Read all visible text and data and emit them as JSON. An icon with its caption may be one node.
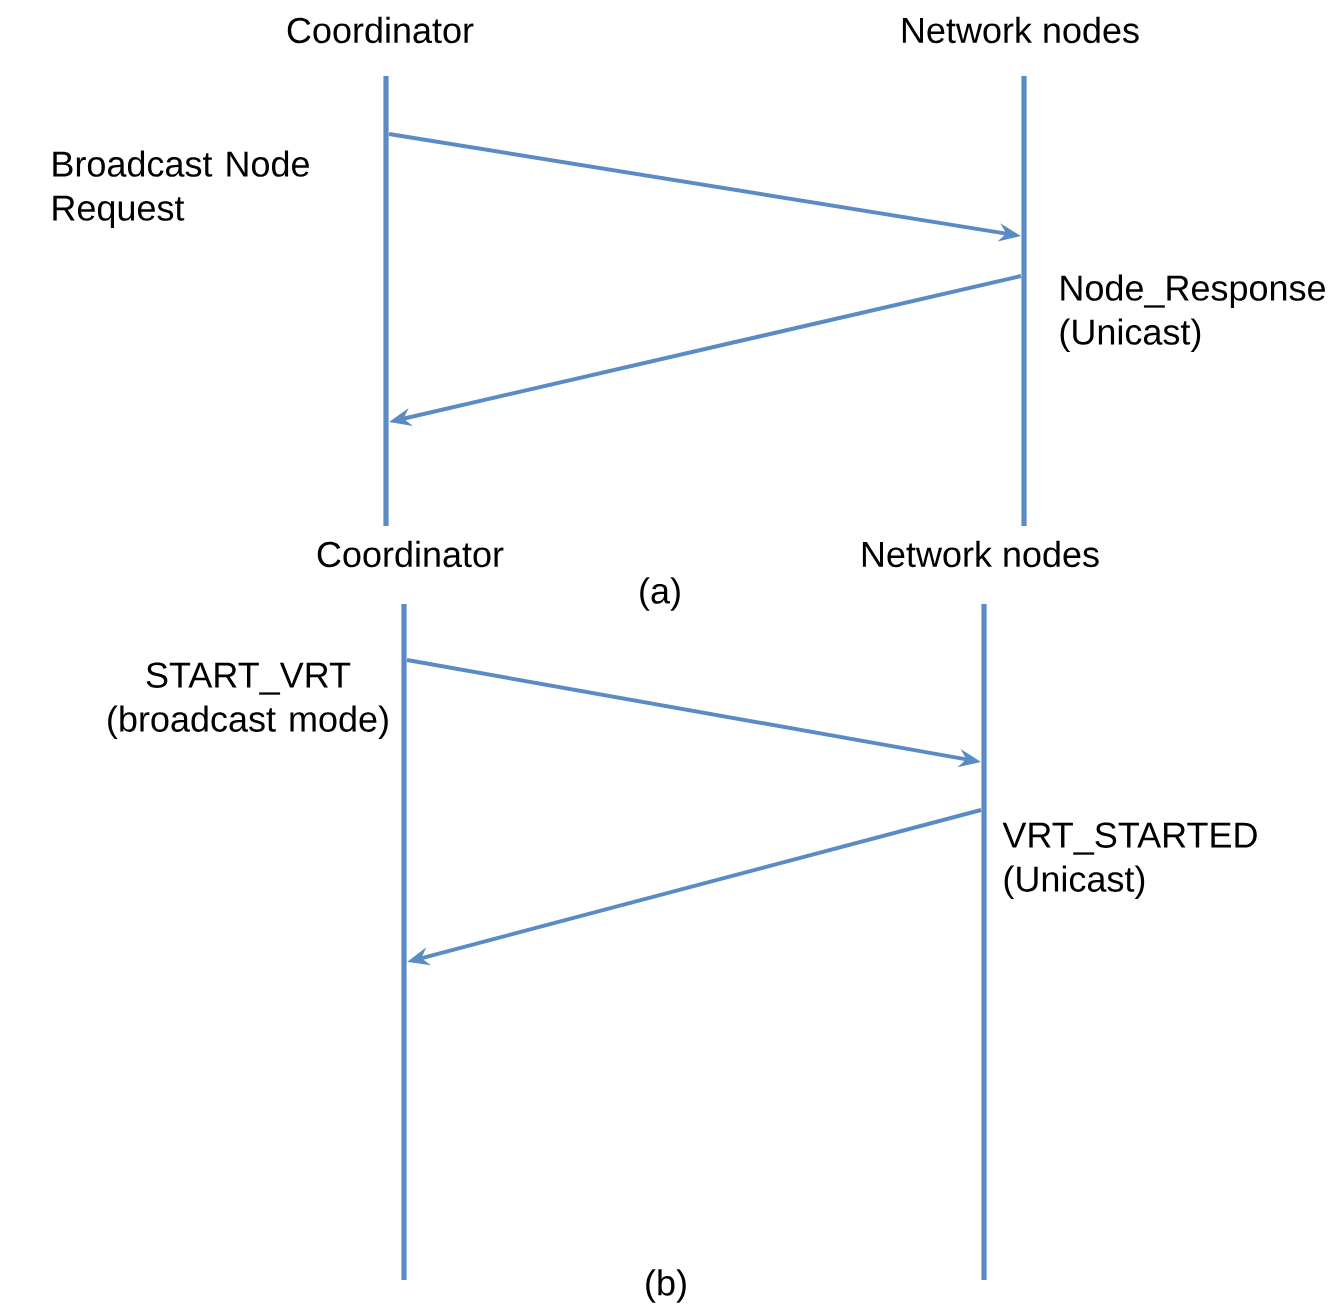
{
  "diagram": {
    "nodes": [
      {
        "text": [
          "Coordinator"
        ]
      },
      {
        "text": [
          "Network nodes"
        ]
      },
      {
        "text": [
          "Coordinator"
        ]
      },
      {
        "text": [
          "Network nodes"
        ]
      }
    ],
    "edges": [
      {
        "from": 0,
        "to": 1,
        "arrow": "to",
        "label": "Broadcast Node Request"
      },
      {
        "from": 1,
        "to": 0,
        "arrow": "to",
        "label": "Node_Response (Unicast)"
      },
      {
        "from": 2,
        "to": 3,
        "arrow": "to",
        "label": "START_VRT (broadcast mode)"
      },
      {
        "from": 3,
        "to": 2,
        "arrow": "to",
        "label": "VRT_STARTED (Unicast)"
      }
    ],
    "labels": [
      "(a)",
      "(b)"
    ]
  }
}
